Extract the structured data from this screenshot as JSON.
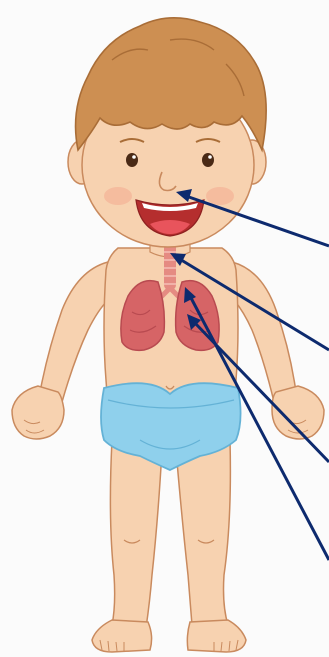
{
  "diagram": {
    "subject": "child-respiratory-system",
    "colors": {
      "skin": "#f7d2b0",
      "skin_shadow": "#eab48c",
      "outline": "#c98a5e",
      "hair": "#cd8f52",
      "hair_dark": "#a96d37",
      "mouth": "#b52e2e",
      "tongue": "#e8545c",
      "cheek": "#f4a98f",
      "lung": "#d66466",
      "lung_dark": "#b84a50",
      "trachea": "#e58b82",
      "diaper": "#8fd0ec",
      "diaper_dark": "#64b2d6",
      "pointer": "#0d2a6e"
    },
    "pointers": [
      {
        "id": "nose",
        "target": "nostril"
      },
      {
        "id": "pharynx",
        "target": "throat"
      },
      {
        "id": "trachea",
        "target": "windpipe"
      },
      {
        "id": "lungs",
        "target": "lung"
      }
    ]
  }
}
